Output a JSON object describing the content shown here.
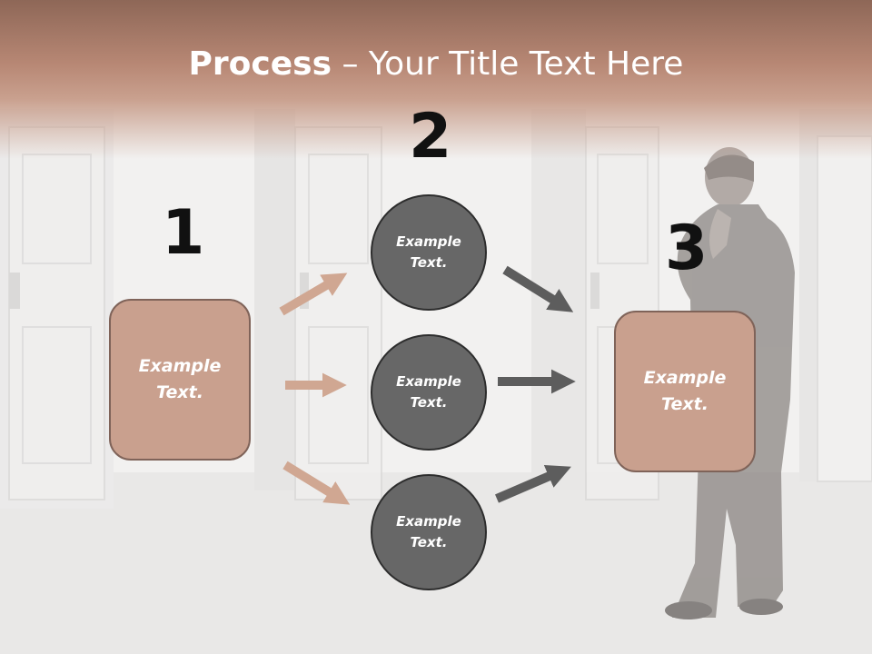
{
  "title": {
    "bold": "Process",
    "rest": " – Your Title Text Here"
  },
  "steps": [
    {
      "number": "1",
      "label": "Example Text."
    },
    {
      "number": "2",
      "labels": [
        "Example Text.",
        "Example Text.",
        "Example Text."
      ]
    },
    {
      "number": "3",
      "label": "Example Text."
    }
  ],
  "colors": {
    "header": "#b78774",
    "box_fill": "#c9a08e",
    "box_border": "#7f6359",
    "circle_fill": "#676767",
    "circle_border": "#2d2d2d",
    "arrow_tan": "#d0a792",
    "arrow_gray": "#5d5d5d"
  }
}
